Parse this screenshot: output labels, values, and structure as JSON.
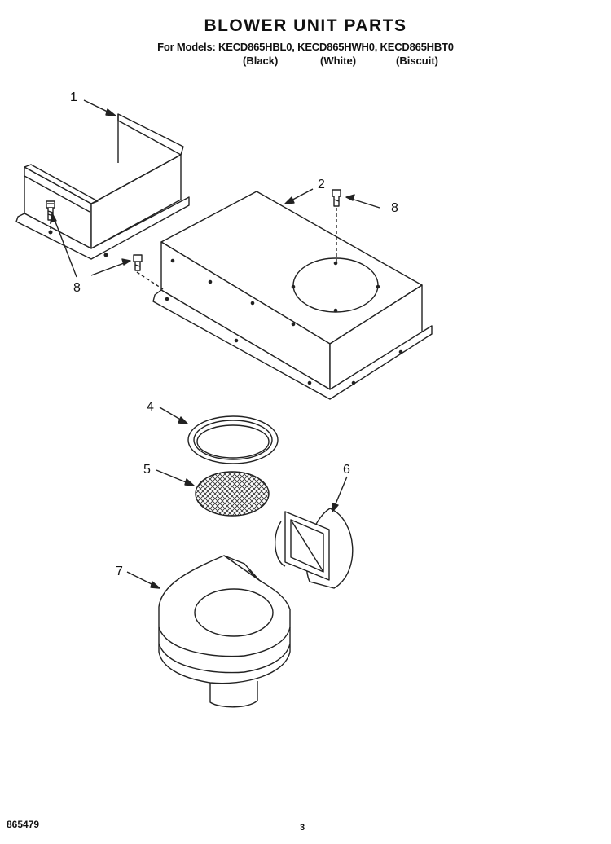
{
  "header": {
    "title": "BLOWER UNIT PARTS",
    "models_line": "For Models: KECD865HBL0, KECD865HWH0, KECD865HBT0",
    "colors": [
      "(Black)",
      "(White)",
      "(Biscuit)"
    ]
  },
  "callouts": [
    "1",
    "2",
    "8",
    "8",
    "4",
    "5",
    "6",
    "7"
  ],
  "footer": {
    "doc_number": "865479",
    "page_number": "3"
  }
}
